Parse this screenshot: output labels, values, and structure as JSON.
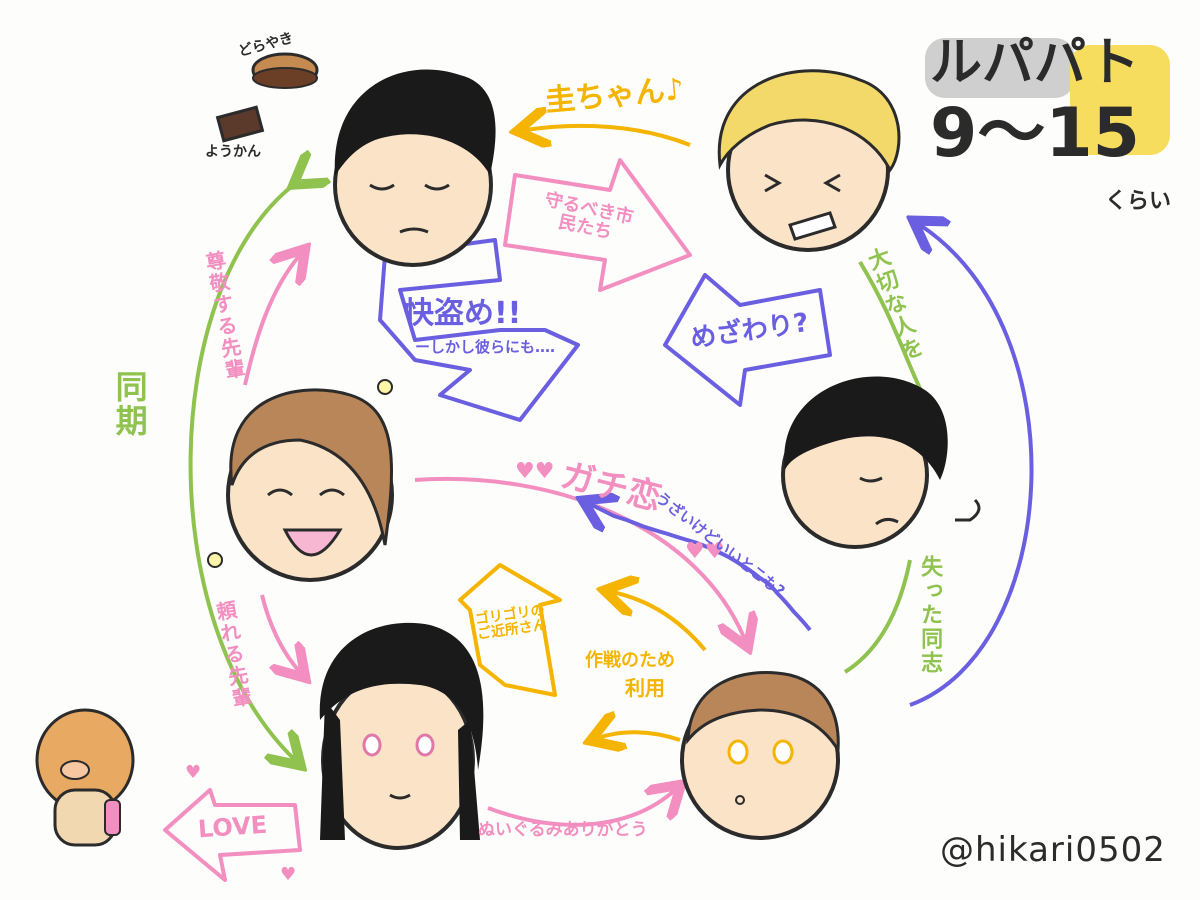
{
  "title": {
    "line1_part1": "ルパ",
    "line1_part2": "パト",
    "line2": "9〜15",
    "line2_small": "くらい"
  },
  "characters": [
    {
      "id": "keiichiro",
      "name": "keiichiro-face"
    },
    {
      "id": "kairi",
      "name": "kairi-face"
    },
    {
      "id": "sakuya",
      "name": "sakuya-face"
    },
    {
      "id": "touma",
      "name": "touma-face"
    },
    {
      "id": "tsukasa",
      "name": "tsukasa-face"
    },
    {
      "id": "umika",
      "name": "umika-face"
    },
    {
      "id": "jim",
      "name": "goodsrun-face"
    }
  ],
  "relations": {
    "kei_chan": "圭ちゃん♪",
    "mamorubeki": "守るべき市民たち",
    "kaitou_line1": "快盗め!!",
    "kaitou_line2": "ーしかし彼らにも‥‥",
    "mezawari": "めざわり?",
    "taisetsu": "大切な人を",
    "ushinatta": "失った同志",
    "sonkei": "尊敬する先輩",
    "douki": "同期",
    "tayoru": "頼れる先輩",
    "gachikoi": "ガチ恋",
    "uzai": "うざいけどいいとこも?",
    "goriyori": "ゴリゴリのご近所さん",
    "sakusen_line1": "作戦のため",
    "sakusen_line2": "利用",
    "nuigurumi": "ぬいぐるみありがとう",
    "love": "LOVE"
  },
  "food": {
    "dorayaki": "どらやき",
    "youkan": "ようかん"
  },
  "credit": "@hikari0502",
  "colors": {
    "pink": "#f28fc0",
    "yellow": "#f4b400",
    "green": "#8fc24e",
    "purple": "#6a5fe0",
    "ink": "#2b2b2b",
    "skin": "#fbe3c8",
    "hair": "#1a1a1a",
    "blonde": "#f3d96a",
    "brown": "#b9865a"
  }
}
